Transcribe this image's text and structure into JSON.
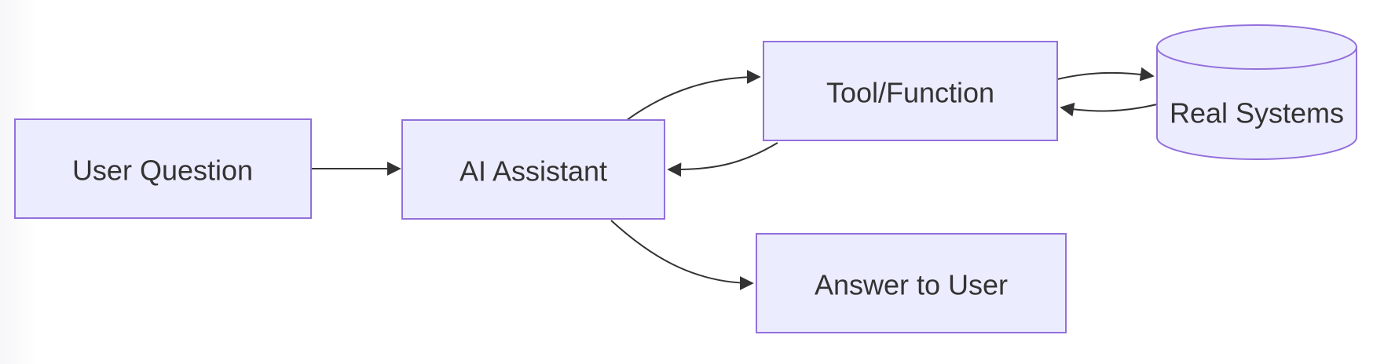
{
  "diagram": {
    "type": "flowchart",
    "direction": "left-to-right",
    "nodes": [
      {
        "id": "user_question",
        "label": "User Question",
        "shape": "rectangle"
      },
      {
        "id": "ai_assistant",
        "label": "AI Assistant",
        "shape": "rectangle"
      },
      {
        "id": "tool_function",
        "label": "Tool/Function",
        "shape": "rectangle"
      },
      {
        "id": "answer_to_user",
        "label": "Answer to User",
        "shape": "rectangle"
      },
      {
        "id": "real_systems",
        "label": "Real Systems",
        "shape": "cylinder-database"
      }
    ],
    "edges": [
      {
        "from": "user_question",
        "to": "ai_assistant",
        "style": "straight-arrow"
      },
      {
        "from": "ai_assistant",
        "to": "tool_function",
        "style": "curved-arrow"
      },
      {
        "from": "tool_function",
        "to": "ai_assistant",
        "style": "curved-arrow"
      },
      {
        "from": "ai_assistant",
        "to": "answer_to_user",
        "style": "curved-arrow"
      },
      {
        "from": "tool_function",
        "to": "real_systems",
        "style": "curved-arrow"
      },
      {
        "from": "real_systems",
        "to": "tool_function",
        "style": "curved-arrow"
      }
    ]
  },
  "theme": {
    "node_fill": "#ECECFF",
    "node_stroke": "#9370DB",
    "text_color": "#333333",
    "arrow_color": "#333333",
    "background": "#FFFFFF"
  }
}
